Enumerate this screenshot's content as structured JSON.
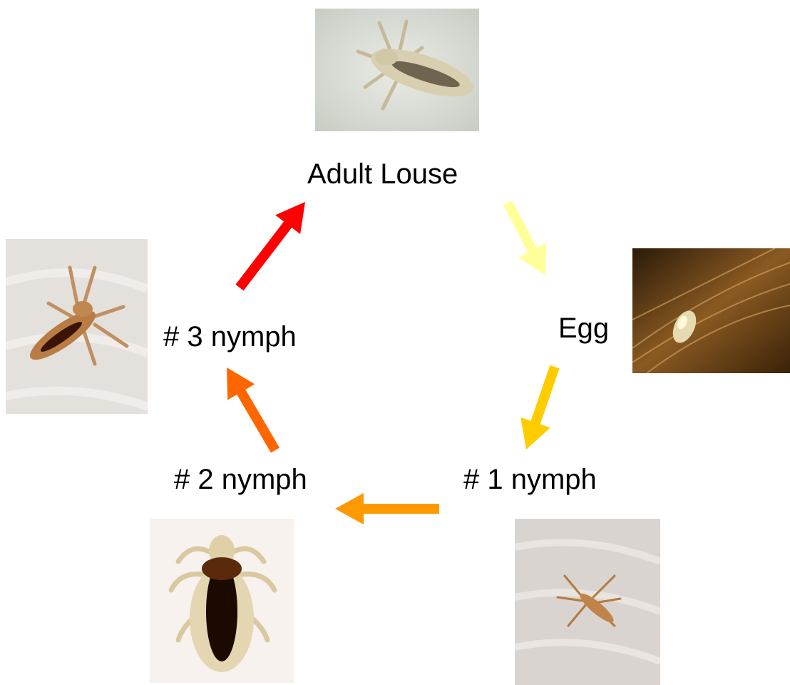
{
  "stages": {
    "adult": {
      "label": "Adult Louse"
    },
    "egg": {
      "label": "Egg"
    },
    "nymph1": {
      "label": "# 1 nymph"
    },
    "nymph2": {
      "label": "# 2 nymph"
    },
    "nymph3": {
      "label": "# 3 nymph"
    }
  },
  "arrows": [
    {
      "from": "adult",
      "to": "egg",
      "color": "#FFFF99"
    },
    {
      "from": "egg",
      "to": "nymph1",
      "color": "#FFCC00"
    },
    {
      "from": "nymph1",
      "to": "nymph2",
      "color": "#FF9900"
    },
    {
      "from": "nymph2",
      "to": "nymph3",
      "color": "#FF6600"
    },
    {
      "from": "nymph3",
      "to": "adult",
      "color": "#FF0000"
    }
  ]
}
